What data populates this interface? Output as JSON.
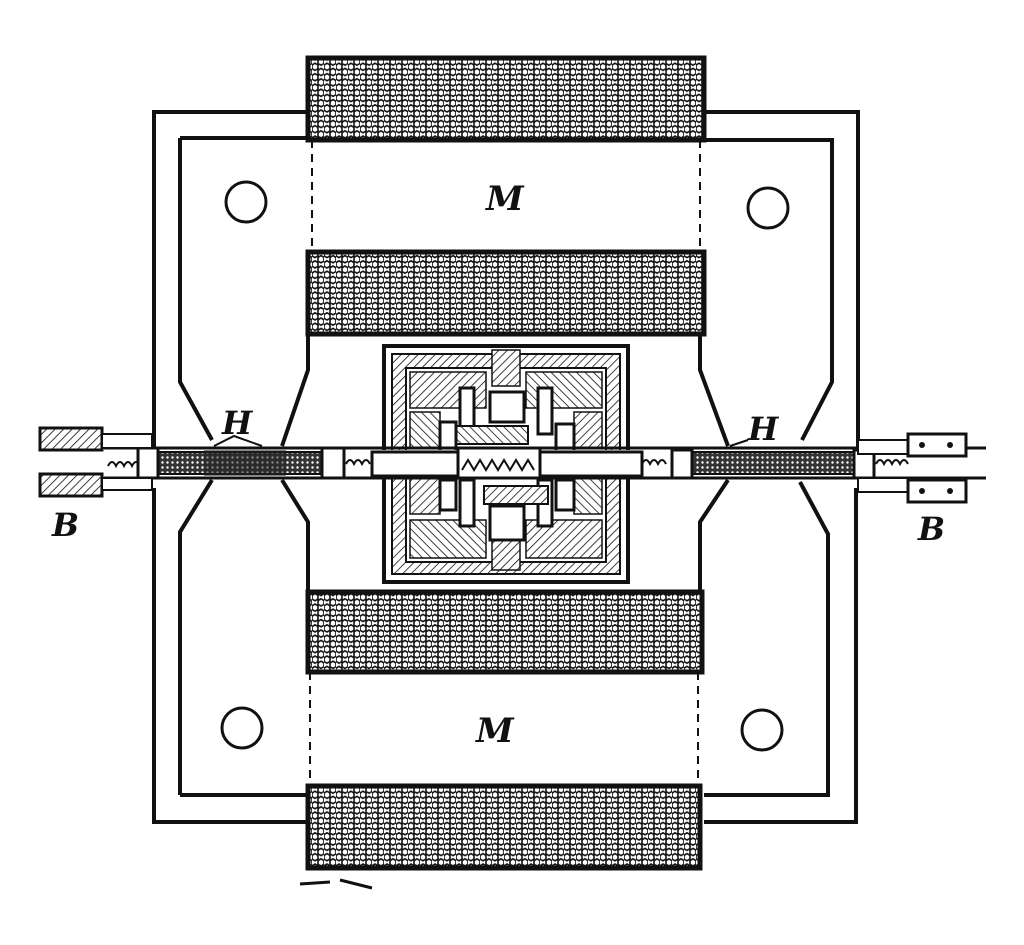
{
  "labels": {
    "upper_magnet": "M",
    "lower_magnet": "M",
    "left_h": "H",
    "right_h": "H",
    "left_b": "B",
    "right_b": "B"
  },
  "colors": {
    "ink": "#111111",
    "paper": "#ffffff"
  }
}
